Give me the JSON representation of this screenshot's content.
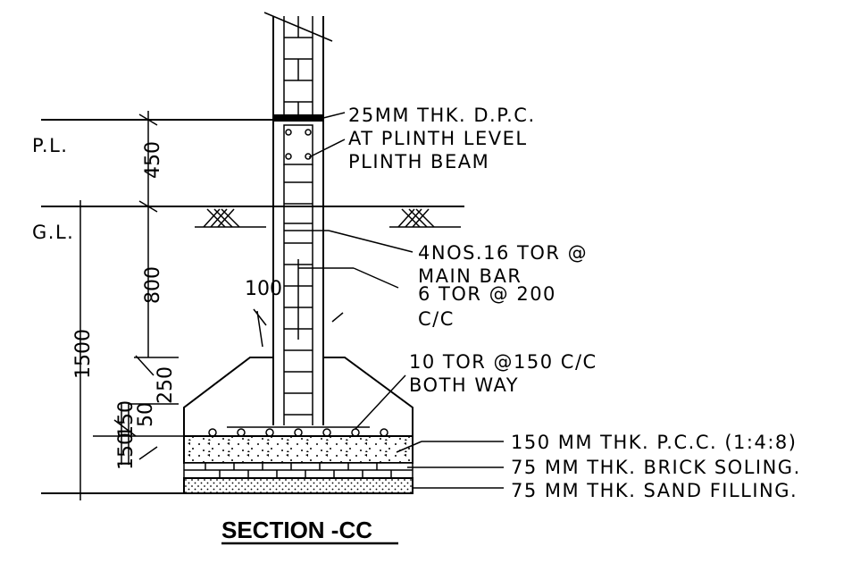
{
  "levels": {
    "plinth": "P.L.",
    "ground": "G.L."
  },
  "dimensions": {
    "d450": "450",
    "d800": "800",
    "d1500": "1500",
    "d250": "250",
    "d100": "100",
    "d150": "150",
    "d50": "50",
    "d150b": "150"
  },
  "callouts": {
    "dpc": "25MM THK. D.P.C.",
    "plinth_level": "AT PLINTH LEVEL",
    "plinth_beam": "PLINTH BEAM",
    "main_bar_1": "4NOS.16 TOR @",
    "main_bar_2": "MAIN BAR",
    "tie_1": "6 TOR @ 200",
    "tie_2": "C/C",
    "footing_bar_1": "10 TOR @150 C/C",
    "footing_bar_2": "BOTH WAY",
    "pcc": "150 MM THK. P.C.C. (1:4:8)",
    "brick": "75   MM THK. BRICK SOLING.",
    "sand": "75   MM THK. SAND FILLING."
  },
  "title": "SECTION -CC"
}
